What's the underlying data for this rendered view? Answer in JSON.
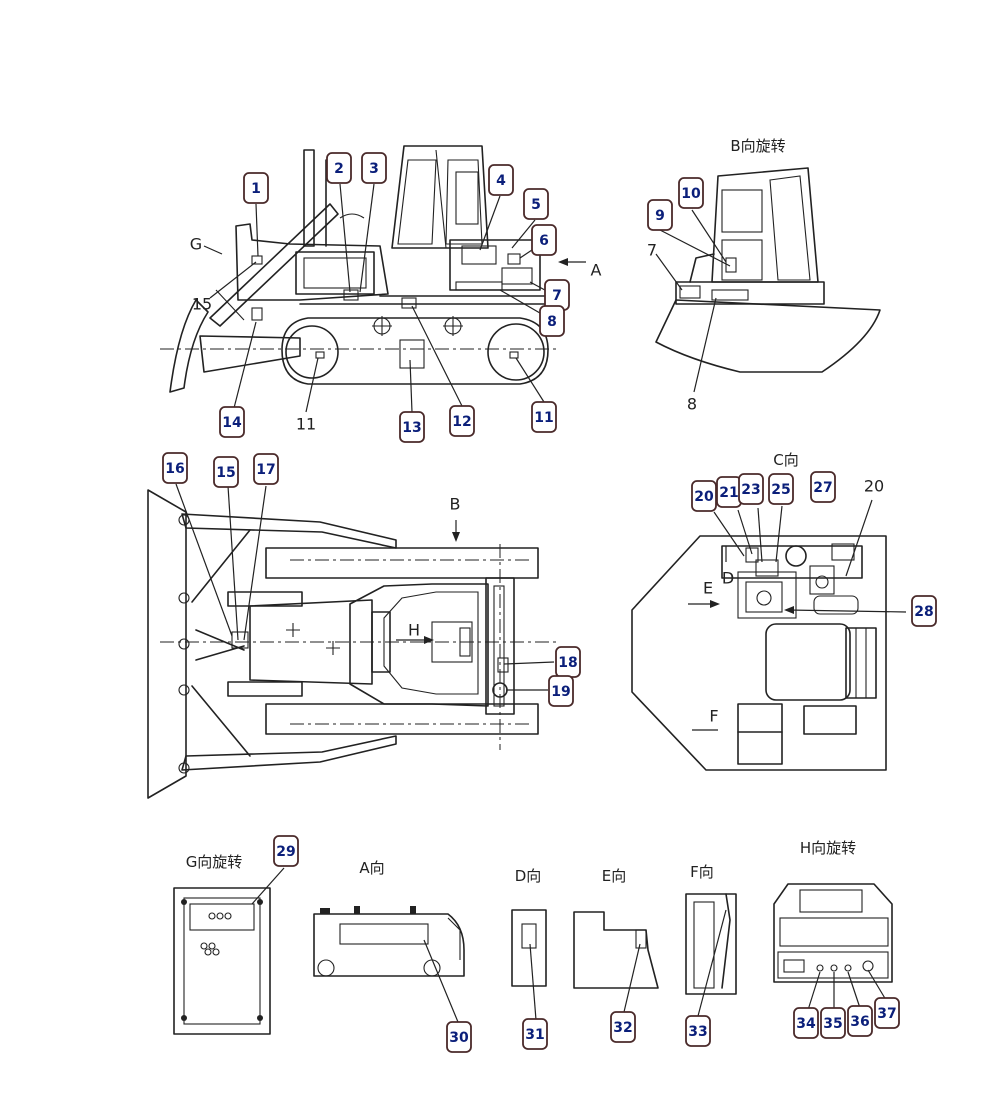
{
  "badges": [
    "1",
    "2",
    "3",
    "4",
    "5",
    "6",
    "7",
    "8",
    "9",
    "10",
    "11",
    "12",
    "13",
    "14",
    "15",
    "16",
    "17",
    "18",
    "19",
    "20",
    "21",
    "23",
    "25",
    "27",
    "28",
    "29",
    "30",
    "31",
    "32",
    "33",
    "34",
    "35",
    "36",
    "37"
  ],
  "plain_labels": {
    "g": "G",
    "fifteen": "15",
    "eleven": "11",
    "a": "A",
    "seven": "7",
    "eight": "8",
    "b": "B",
    "h": "H",
    "twenty": "20",
    "d": "D",
    "e": "E",
    "f": "F"
  },
  "view_titles": {
    "b_rotate": "B向旋转",
    "c_view": "C向",
    "g_rotate": "G向旋转",
    "a_view": "A向",
    "d_view": "D向",
    "e_view": "E向",
    "f_view": "F向",
    "h_rotate": "H向旋转"
  }
}
